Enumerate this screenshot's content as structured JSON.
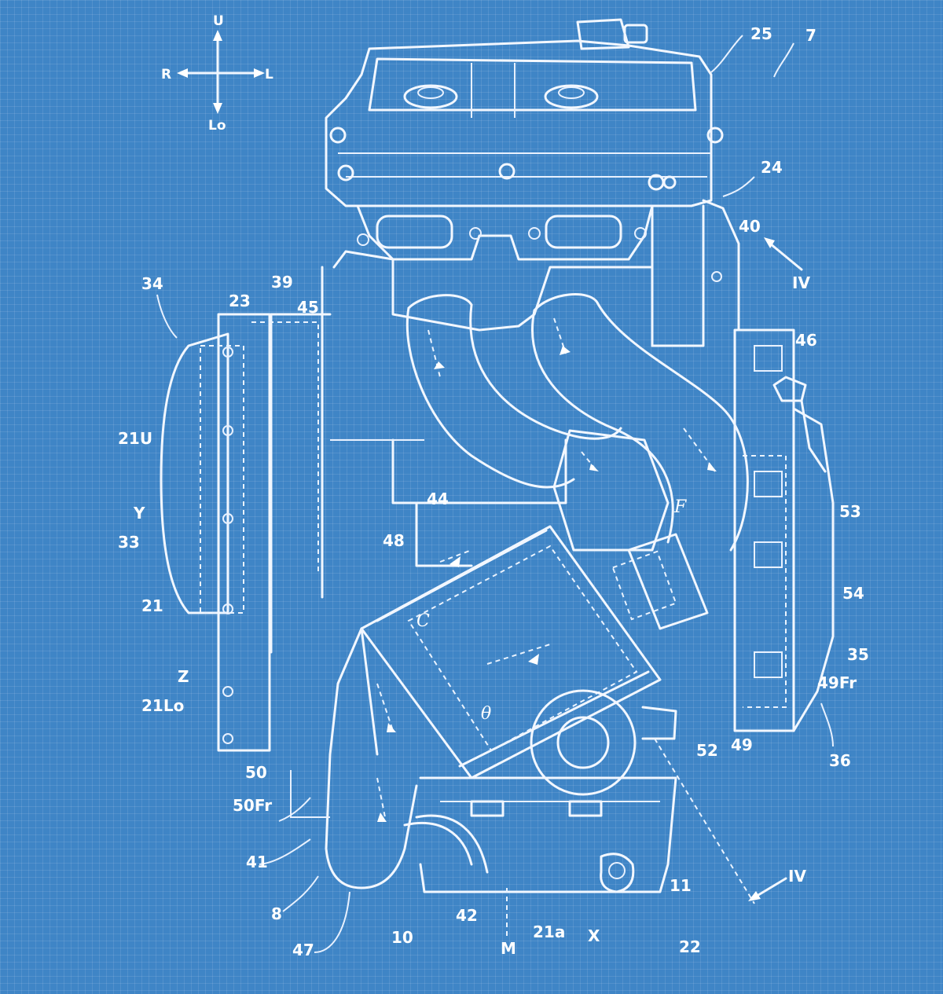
{
  "directions": {
    "up": "U",
    "right": "R",
    "left": "L",
    "low": "Lo"
  },
  "labels": {
    "n25": "25",
    "n7": "7",
    "n24": "24",
    "n40": "40",
    "n_iv_top": "IV",
    "n34": "34",
    "n39": "39",
    "n23": "23",
    "n45": "45",
    "n46": "46",
    "n21u": "21U",
    "y": "Y",
    "n33": "33",
    "n21": "21",
    "n44": "44",
    "n48": "48",
    "f": "F",
    "n53": "53",
    "n54": "54",
    "c": "C",
    "n35": "35",
    "n49fr": "49Fr",
    "z": "Z",
    "n21lo": "21Lo",
    "theta": "θ",
    "n52": "52",
    "n49": "49",
    "n36": "36",
    "n50": "50",
    "n50fr": "50Fr",
    "n41": "41",
    "n_iv_bottom": "IV",
    "n8": "8",
    "n11": "11",
    "n42": "42",
    "n21a": "21a",
    "x": "X",
    "n22": "22",
    "n47": "47",
    "n10": "10",
    "m": "M"
  },
  "colors": {
    "background": "#3f85c6",
    "line": "#f2f7ff"
  }
}
